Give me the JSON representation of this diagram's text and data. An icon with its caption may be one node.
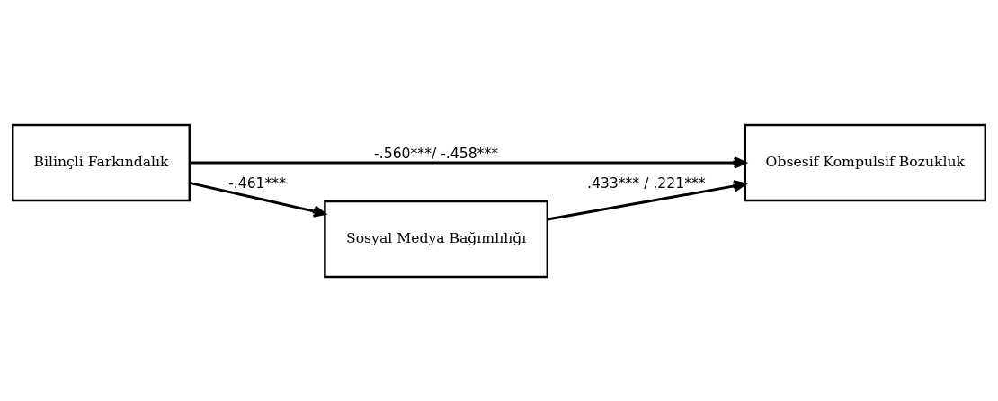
{
  "diagram": {
    "nodes": [
      {
        "text": [
          "Bilinçli Farkındalık"
        ]
      },
      {
        "text": [
          "Obsesif Kompulsif Bozukluk"
        ]
      },
      {
        "text": [
          "Sosyal Medya Bağımlılığı"
        ]
      }
    ],
    "edges": [
      {
        "from": 0,
        "to": 1,
        "arrow": "to",
        "label": "-.560***/ -.458***"
      },
      {
        "from": 0,
        "to": 2,
        "arrow": "to",
        "label": "-.461***"
      },
      {
        "from": 2,
        "to": 1,
        "arrow": "to",
        "label": ".433*** / .221***"
      }
    ]
  }
}
